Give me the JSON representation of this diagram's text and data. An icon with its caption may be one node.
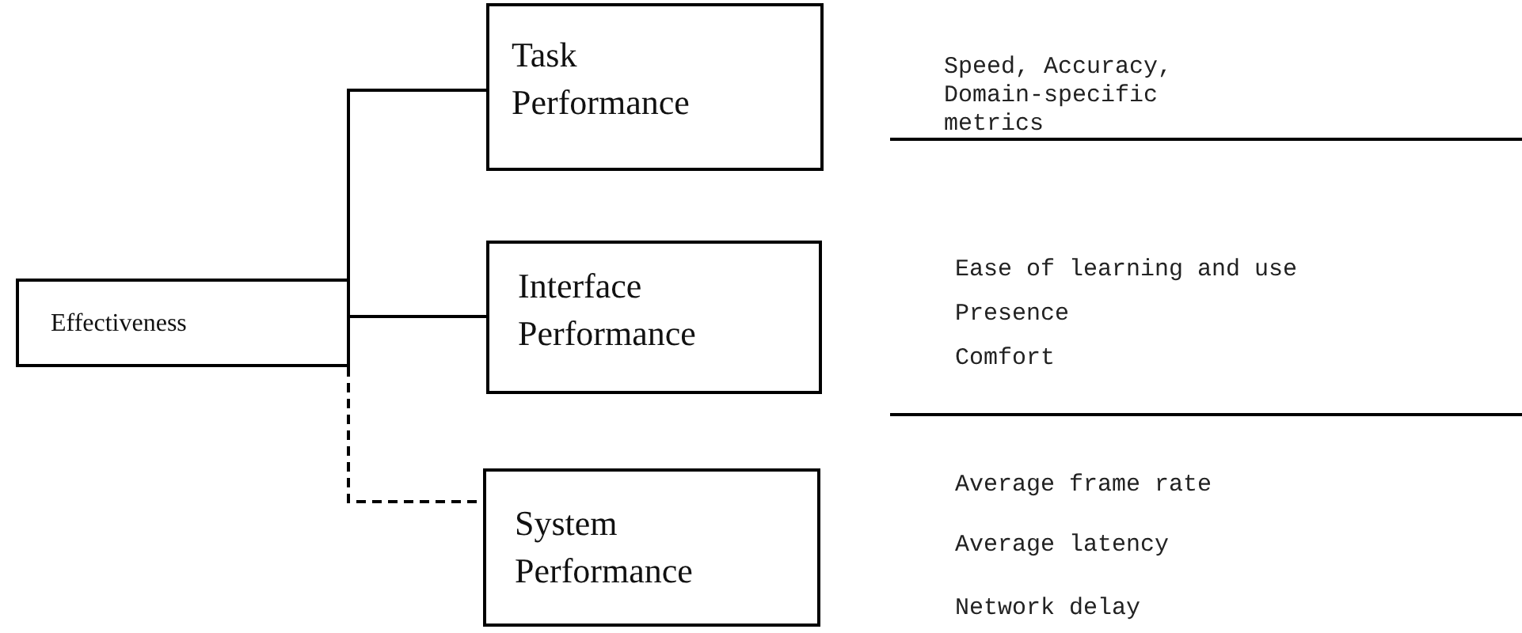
{
  "diagram": {
    "nodes": [
      {
        "text": [
          "Effectiveness"
        ]
      },
      {
        "text": [
          "Task Performance"
        ]
      },
      {
        "text": [
          "Interface Performance"
        ]
      },
      {
        "text": [
          "System Performance"
        ]
      }
    ],
    "edges": [
      {
        "from": 0,
        "to": 1,
        "arrow": "none"
      },
      {
        "from": 0,
        "to": 2,
        "arrow": "none"
      },
      {
        "from": 0,
        "to": 3,
        "arrow": "none",
        "style": "dashed"
      }
    ],
    "labels": [
      "Speed, Accuracy, Domain-specific metrics",
      "Ease of learning and use",
      "Presence",
      "Comfort",
      "Average frame rate",
      "Average latency",
      "Network delay"
    ]
  }
}
